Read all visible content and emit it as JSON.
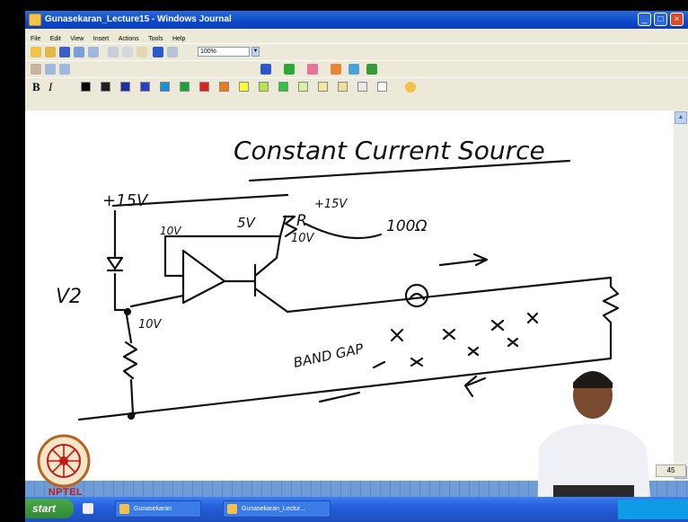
{
  "window": {
    "title": "Gunasekaran_Lecture15 - Windows Journal",
    "controls": [
      "_",
      "□",
      "×"
    ]
  },
  "menu": [
    "File",
    "Edit",
    "View",
    "Insert",
    "Actions",
    "Tools",
    "Help"
  ],
  "toolbar": {
    "zoom_value": "100%"
  },
  "format_bar": {
    "bold_label": "B",
    "italic_label": "I",
    "swatches": [
      "#000000",
      "#1f1f1f",
      "#1e2fa0",
      "#2a40c4",
      "#1a8fd6",
      "#1aa33a",
      "#e01f1f",
      "#f0781e",
      "#ffff33",
      "#b8e34a",
      "#2ec24a",
      "#d8f0a8",
      "#f4e89c",
      "#f0e0a0",
      "#e8e8e8",
      "#f8f8f8"
    ]
  },
  "note": {
    "heading": "Constant Current Source",
    "labels": {
      "supply_top": "+15V",
      "v_bias_left": "10V",
      "v_transistor": "5V",
      "r": "R",
      "plus15": "+15V",
      "v_emitter": "10V",
      "r_value": "100Ω",
      "v2": "V2",
      "v_bottom": "10V",
      "band_gap": "BAND GAP"
    }
  },
  "page_indicator": "45",
  "taskbar": {
    "start_label": "start",
    "tasks": [
      "Gunasekaran",
      "Gunasekaran_Lectur..."
    ]
  },
  "branding": {
    "nptel": "NPTEL"
  }
}
